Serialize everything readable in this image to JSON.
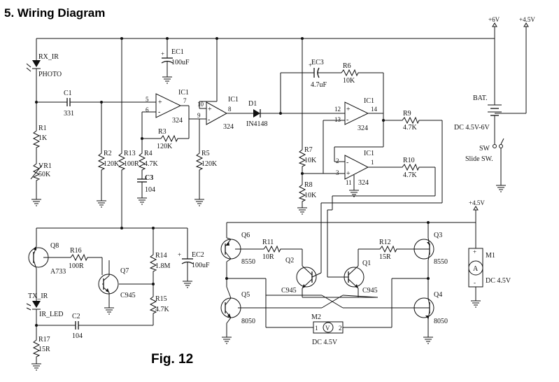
{
  "title": "5.  Wiring Diagram",
  "figure_caption": "Fig. 12",
  "supply": {
    "v6": "+6V",
    "v45": "+4.5V",
    "v45_motor": "+4.5V"
  },
  "components": {
    "rx_ir": "RX_IR",
    "photo": "PHOTO",
    "c1": "C1",
    "c1_val": "331",
    "ec1": "EC1",
    "ec1_val": "100uF",
    "ic1a": "IC1",
    "ic1a_out": "324",
    "ic1b": "IC1",
    "ic1b_out": "324",
    "ic1c": "IC1",
    "ic1c_out": "324",
    "ic1d": "IC1",
    "ic1d_out": "324",
    "d1": "D1",
    "d1_val": "IN4148",
    "ec3": "EC3",
    "ec3_val": "4.7uF",
    "r6": "R6",
    "r6_val": "10K",
    "r9": "R9",
    "r9_val": "4.7K",
    "r10": "R10",
    "r10_val": "4.7K",
    "r1": "R1",
    "r1_val": "1K",
    "vr1": "VR1",
    "vr1_val": "50K",
    "r2": "R2",
    "r2_val": "120K",
    "r13": "R13",
    "r13_val": "100R",
    "r4": "R4",
    "r4_val": "4.7K",
    "r3": "R3",
    "r3_val": "120K",
    "c3": "C3",
    "c3_val": "104",
    "r5": "R5",
    "r5_val": "120K",
    "r7": "R7",
    "r7_val": "10K",
    "r8": "R8",
    "r8_val": "10K",
    "bat": "BAT.",
    "bat_val": "DC 4.5V-6V",
    "sw": "SW",
    "sw_val": "Slide SW.",
    "q8": "Q8",
    "q8_val": "A733",
    "r16": "R16",
    "r16_val": "100R",
    "q7": "Q7",
    "q7_val": "C945",
    "r14": "R14",
    "r14_val": "1.8M",
    "ec2": "EC2",
    "ec2_val": "100uF",
    "r15": "R15",
    "r15_val": "4.7K",
    "tx_ir": "TX_IR",
    "ir_led": "IR_LED",
    "c2": "C2",
    "c2_val": "104",
    "r17": "R17",
    "r17_val": "15R",
    "q6": "Q6",
    "q6_val": "8550",
    "r11": "R11",
    "r11_val": "10R",
    "q2": "Q2",
    "q2_val": "C945",
    "q1": "Q1",
    "q1_val": "C945",
    "r12": "R12",
    "r12_val": "15R",
    "q3": "Q3",
    "q3_val": "8550",
    "q5": "Q5",
    "q5_val": "8050",
    "q4": "Q4",
    "q4_val": "8050",
    "m2": "M2",
    "m2_val": "DC 4.5V",
    "m1": "M1",
    "m1_val": "DC 4.5V"
  },
  "pins": {
    "p5": "5",
    "p6": "6",
    "p7": "7",
    "p10": "10",
    "p9": "9",
    "p8": "8",
    "p12": "12",
    "p13": "13",
    "p14": "14",
    "p2": "2",
    "p3": "3",
    "p1": "1",
    "p11": "11",
    "plus1": "+",
    "plus2": "+",
    "plus3": "+",
    "plus4": "+",
    "plus5": "+",
    "minus5": "-"
  },
  "symbols": {
    "ammeter": "A",
    "motor_m2": "V",
    "m2_pin": "1",
    "m2_pin2": "2"
  }
}
